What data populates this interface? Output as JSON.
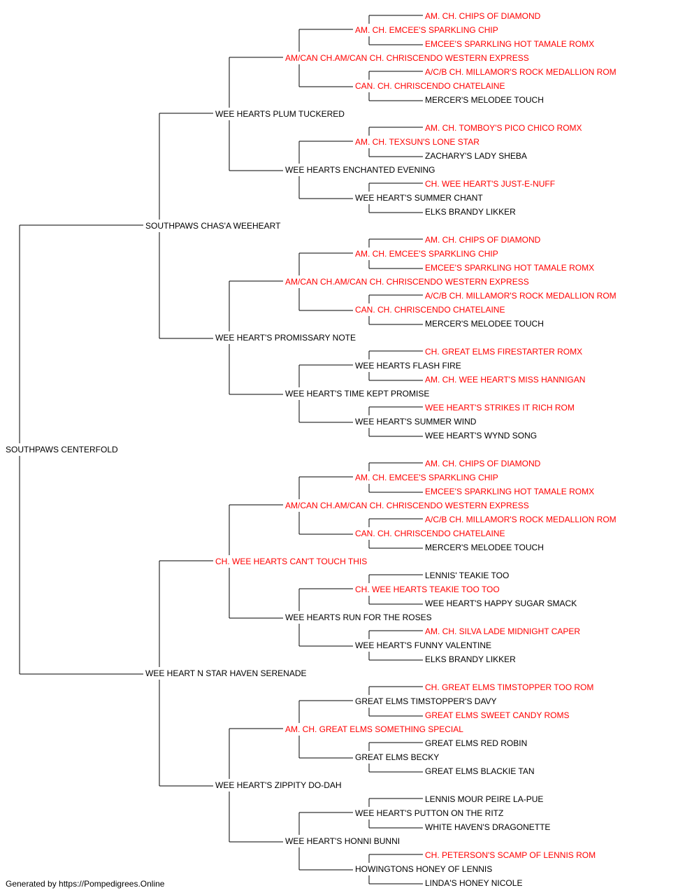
{
  "colors": {
    "champion": "#ff0000",
    "normal": "#000000",
    "line": "#000000"
  },
  "pedigree": {
    "name": "SOUTHPAWS CENTERFOLD",
    "champion": false,
    "sire": {
      "name": "SOUTHPAWS CHAS'A WEEHEART",
      "champion": false,
      "sire": {
        "name": "WEE HEARTS PLUM TUCKERED",
        "champion": false,
        "sire": {
          "name": "AM/CAN CH.AM/CAN CH. CHRISCENDO WESTERN EXPRESS",
          "champion": true,
          "sire": {
            "name": "AM. CH. EMCEE'S SPARKLING CHIP",
            "champion": true,
            "sire": {
              "name": "AM. CH. CHIPS OF DIAMOND",
              "champion": true
            },
            "dam": {
              "name": "EMCEE'S SPARKLING HOT TAMALE ROMX",
              "champion": true
            }
          },
          "dam": {
            "name": "CAN. CH. CHRISCENDO CHATELAINE",
            "champion": true,
            "sire": {
              "name": "A/C/B CH. MILLAMOR'S ROCK MEDALLION ROM",
              "champion": true
            },
            "dam": {
              "name": "MERCER'S MELODEE TOUCH",
              "champion": false
            }
          }
        },
        "dam": {
          "name": "WEE HEARTS ENCHANTED EVENING",
          "champion": false,
          "sire": {
            "name": "AM. CH. TEXSUN'S LONE STAR",
            "champion": true,
            "sire": {
              "name": "AM. CH. TOMBOY'S PICO CHICO ROMX",
              "champion": true
            },
            "dam": {
              "name": "ZACHARY'S LADY SHEBA",
              "champion": false
            }
          },
          "dam": {
            "name": "WEE HEART'S SUMMER CHANT",
            "champion": false,
            "sire": {
              "name": "CH. WEE HEART'S JUST-E-NUFF",
              "champion": true
            },
            "dam": {
              "name": "ELKS BRANDY LIKKER",
              "champion": false
            }
          }
        }
      },
      "dam": {
        "name": "WEE HEART'S PROMISSARY NOTE",
        "champion": false,
        "sire": {
          "name": "AM/CAN CH.AM/CAN CH. CHRISCENDO WESTERN EXPRESS",
          "champion": true,
          "sire": {
            "name": "AM. CH. EMCEE'S SPARKLING CHIP",
            "champion": true,
            "sire": {
              "name": "AM. CH. CHIPS OF DIAMOND",
              "champion": true
            },
            "dam": {
              "name": "EMCEE'S SPARKLING HOT TAMALE ROMX",
              "champion": true
            }
          },
          "dam": {
            "name": "CAN. CH. CHRISCENDO CHATELAINE",
            "champion": true,
            "sire": {
              "name": "A/C/B CH. MILLAMOR'S ROCK MEDALLION ROM",
              "champion": true
            },
            "dam": {
              "name": "MERCER'S MELODEE TOUCH",
              "champion": false
            }
          }
        },
        "dam": {
          "name": "WEE HEART'S TIME KEPT PROMISE",
          "champion": false,
          "sire": {
            "name": "WEE HEARTS FLASH FIRE",
            "champion": false,
            "sire": {
              "name": "CH. GREAT ELMS FIRESTARTER ROMX",
              "champion": true
            },
            "dam": {
              "name": "AM. CH. WEE HEART'S MISS HANNIGAN",
              "champion": true
            }
          },
          "dam": {
            "name": "WEE HEART'S SUMMER WIND",
            "champion": false,
            "sire": {
              "name": "WEE HEART'S STRIKES IT RICH ROM",
              "champion": true
            },
            "dam": {
              "name": "WEE HEART'S WYND SONG",
              "champion": false
            }
          }
        }
      }
    },
    "dam": {
      "name": "WEE HEART N STAR HAVEN SERENADE",
      "champion": false,
      "sire": {
        "name": "CH. WEE HEARTS CAN'T TOUCH THIS",
        "champion": true,
        "sire": {
          "name": "AM/CAN CH.AM/CAN CH. CHRISCENDO WESTERN EXPRESS",
          "champion": true,
          "sire": {
            "name": "AM. CH. EMCEE'S SPARKLING CHIP",
            "champion": true,
            "sire": {
              "name": "AM. CH. CHIPS OF DIAMOND",
              "champion": true
            },
            "dam": {
              "name": "EMCEE'S SPARKLING HOT TAMALE ROMX",
              "champion": true
            }
          },
          "dam": {
            "name": "CAN. CH. CHRISCENDO CHATELAINE",
            "champion": true,
            "sire": {
              "name": "A/C/B CH. MILLAMOR'S ROCK MEDALLION ROM",
              "champion": true
            },
            "dam": {
              "name": "MERCER'S MELODEE TOUCH",
              "champion": false
            }
          }
        },
        "dam": {
          "name": "WEE HEARTS RUN FOR THE ROSES",
          "champion": false,
          "sire": {
            "name": "CH. WEE HEARTS TEAKIE TOO TOO",
            "champion": true,
            "sire": {
              "name": "LENNIS' TEAKIE TOO",
              "champion": false
            },
            "dam": {
              "name": "WEE HEART'S HAPPY SUGAR SMACK",
              "champion": false
            }
          },
          "dam": {
            "name": "WEE HEART'S FUNNY VALENTINE",
            "champion": false,
            "sire": {
              "name": "AM. CH. SILVA LADE MIDNIGHT CAPER",
              "champion": true
            },
            "dam": {
              "name": "ELKS BRANDY LIKKER",
              "champion": false
            }
          }
        }
      },
      "dam": {
        "name": "WEE HEART'S ZIPPITY DO-DAH",
        "champion": false,
        "sire": {
          "name": "AM. CH. GREAT ELMS SOMETHING SPECIAL",
          "champion": true,
          "sire": {
            "name": "GREAT ELMS TIMSTOPPER'S DAVY",
            "champion": false,
            "sire": {
              "name": "CH. GREAT ELMS TIMSTOPPER TOO ROM",
              "champion": true
            },
            "dam": {
              "name": "GREAT ELMS SWEET CANDY ROMS",
              "champion": true
            }
          },
          "dam": {
            "name": "GREAT ELMS BECKY",
            "champion": false,
            "sire": {
              "name": "GREAT ELMS RED ROBIN",
              "champion": false
            },
            "dam": {
              "name": "GREAT ELMS BLACKIE TAN",
              "champion": false
            }
          }
        },
        "dam": {
          "name": "WEE HEART'S HONNI BUNNI",
          "champion": false,
          "sire": {
            "name": "WEE HEART'S PUTTON ON THE RITZ",
            "champion": false,
            "sire": {
              "name": "LENNIS MOUR PEIRE LA-PUE",
              "champion": false
            },
            "dam": {
              "name": "WHITE HAVEN'S DRAGONETTE",
              "champion": false
            }
          },
          "dam": {
            "name": "HOWINGTONS HONEY OF LENNIS",
            "champion": false,
            "sire": {
              "name": "CH. PETERSON'S SCAMP OF LENNIS ROM",
              "champion": true
            },
            "dam": {
              "name": "LINDA'S HONEY NICOLE",
              "champion": false
            }
          }
        }
      }
    }
  },
  "footer": {
    "text": "Generated by https://Pompedigrees.Online"
  }
}
